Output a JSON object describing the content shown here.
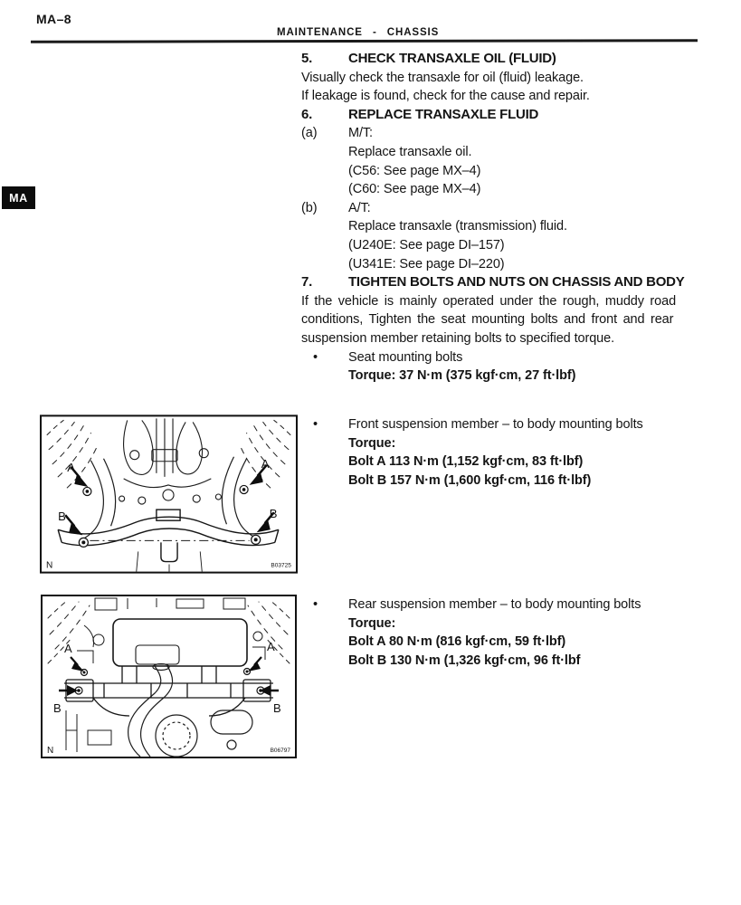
{
  "header": {
    "page_number": "MA–8",
    "title": "MAINTENANCE - CHASSIS"
  },
  "side_tab": {
    "label": "MA"
  },
  "glyphs": {
    "bullet": "•"
  },
  "sections": {
    "check_transaxle_oil": {
      "number": "5.",
      "title": "CHECK TRANSAXLE OIL (FLUID)",
      "line1": "Visually check the transaxle for oil (fluid) leakage.",
      "line2": "If leakage is found, check for the cause and repair."
    },
    "replace_transaxle_fluid": {
      "number": "6.",
      "title": "REPLACE TRANSAXLE FLUID",
      "items": [
        {
          "label": "(a)",
          "head": "M/T:",
          "lines": [
            "Replace transaxle oil.",
            "(C56: See page MX–4)",
            "(C60: See page MX–4)"
          ]
        },
        {
          "label": "(b)",
          "head": "A/T:",
          "lines": [
            "Replace transaxle (transmission) fluid.",
            "(U240E: See page DI–157)",
            "(U341E: See page DI–220)"
          ]
        }
      ]
    },
    "tighten_bolts": {
      "number": "7.",
      "title": "TIGHTEN BOLTS AND NUTS ON CHASSIS AND BODY",
      "para": [
        "If the vehicle is mainly operated under the rough, muddy road",
        "conditions, Tighten the seat mounting bolts and front and rear",
        "suspension member retaining bolts to specified torque."
      ]
    }
  },
  "torque_specs": {
    "seat": {
      "label": "Seat mounting bolts",
      "torque": "Torque: 37 N·m (375 kgf·cm, 27 ft·lbf)"
    },
    "front": {
      "label": "Front suspension member – to body mounting bolts",
      "torque_head": "Torque:",
      "bolt_a": "Bolt A 113 N·m (1,152 kgf·cm, 83 ft·lbf)",
      "bolt_b": "Bolt B 157 N·m (1,600 kgf·cm, 116 ft·lbf)"
    },
    "rear": {
      "label": "Rear suspension member – to body mounting bolts",
      "torque_head": "Torque:",
      "bolt_a": "Bolt A 80 N·m (816 kgf·cm, 59 ft·lbf)",
      "bolt_b": "Bolt B 130 N·m (1,326 kgf·cm, 96 ft·lbf"
    }
  },
  "figures": {
    "front_suspension": {
      "label_a": "A",
      "label_b": "B",
      "corner": "N",
      "code": "B03725"
    },
    "rear_suspension": {
      "label_a": "A",
      "label_b": "B",
      "corner": "N",
      "code": "B06797"
    }
  }
}
